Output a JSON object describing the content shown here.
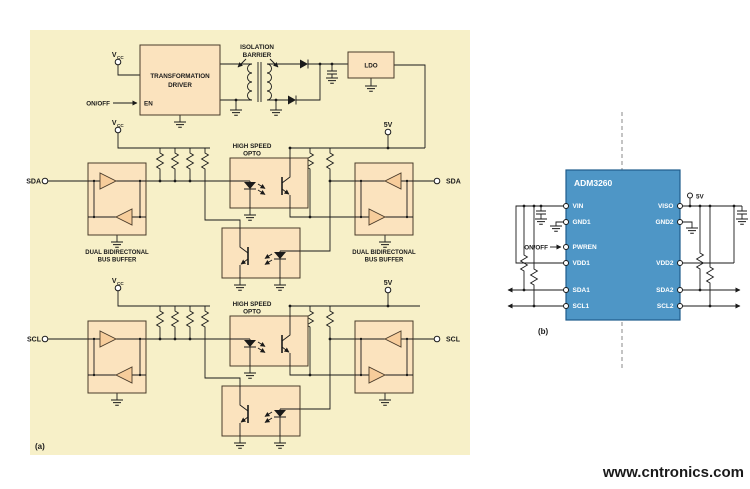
{
  "figure": {
    "watermark": "www.cntronics.com",
    "watermark_color": "#9BCB3C"
  },
  "panel_a": {
    "tag": "(a)",
    "bg": "#F7F0C8",
    "block_fill": "#FBE3BE",
    "labels": {
      "vcc_v": "V",
      "vcc_cc": "CC",
      "on_off": "ON/OFF",
      "en": "EN",
      "five_v": "5V",
      "sda": "SDA",
      "scl": "SCL"
    },
    "blocks": {
      "driver1": "TRANSFORMATION",
      "driver2": "DRIVER",
      "iso1": "ISOLATION",
      "iso2": "BARRIER",
      "ldo": "LDO",
      "hso1": "HIGH SPEED",
      "hso2": "OPTO",
      "buf1": "DUAL BIDIRECTONAL",
      "buf2": "BUS BUFFER"
    }
  },
  "panel_b": {
    "tag": "(b)",
    "chip": "ADM3260",
    "chip_fill": "#4E96C6",
    "left_pins": [
      "VIN",
      "GND1",
      "PWREN",
      "VDD1",
      "SDA1",
      "SCL1"
    ],
    "right_pins": [
      "VISO",
      "GND2",
      "VDD2",
      "SDA2",
      "SCL2"
    ],
    "labels": {
      "five_v": "5V",
      "on_off": "ON/OFF"
    }
  }
}
